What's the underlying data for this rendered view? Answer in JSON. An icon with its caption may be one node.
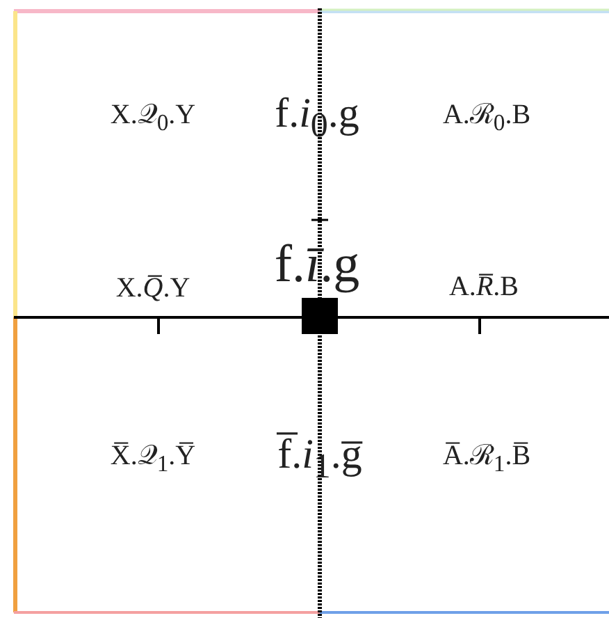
{
  "diagram": {
    "labels": [
      "X.𝒬$_{0}$.Y",
      "f.*i*$_{0}$.g",
      "A.ℛ$_{0}$.B",
      "X.*Q̅*.Y",
      "f.*ī*.g",
      "A.*R̅*.B",
      "X̅.𝒬$_{1}$.Y̅",
      "f̅.*i*$_{1}$.g̅",
      "A̅.ℛ$_{1}$.B̅"
    ]
  }
}
